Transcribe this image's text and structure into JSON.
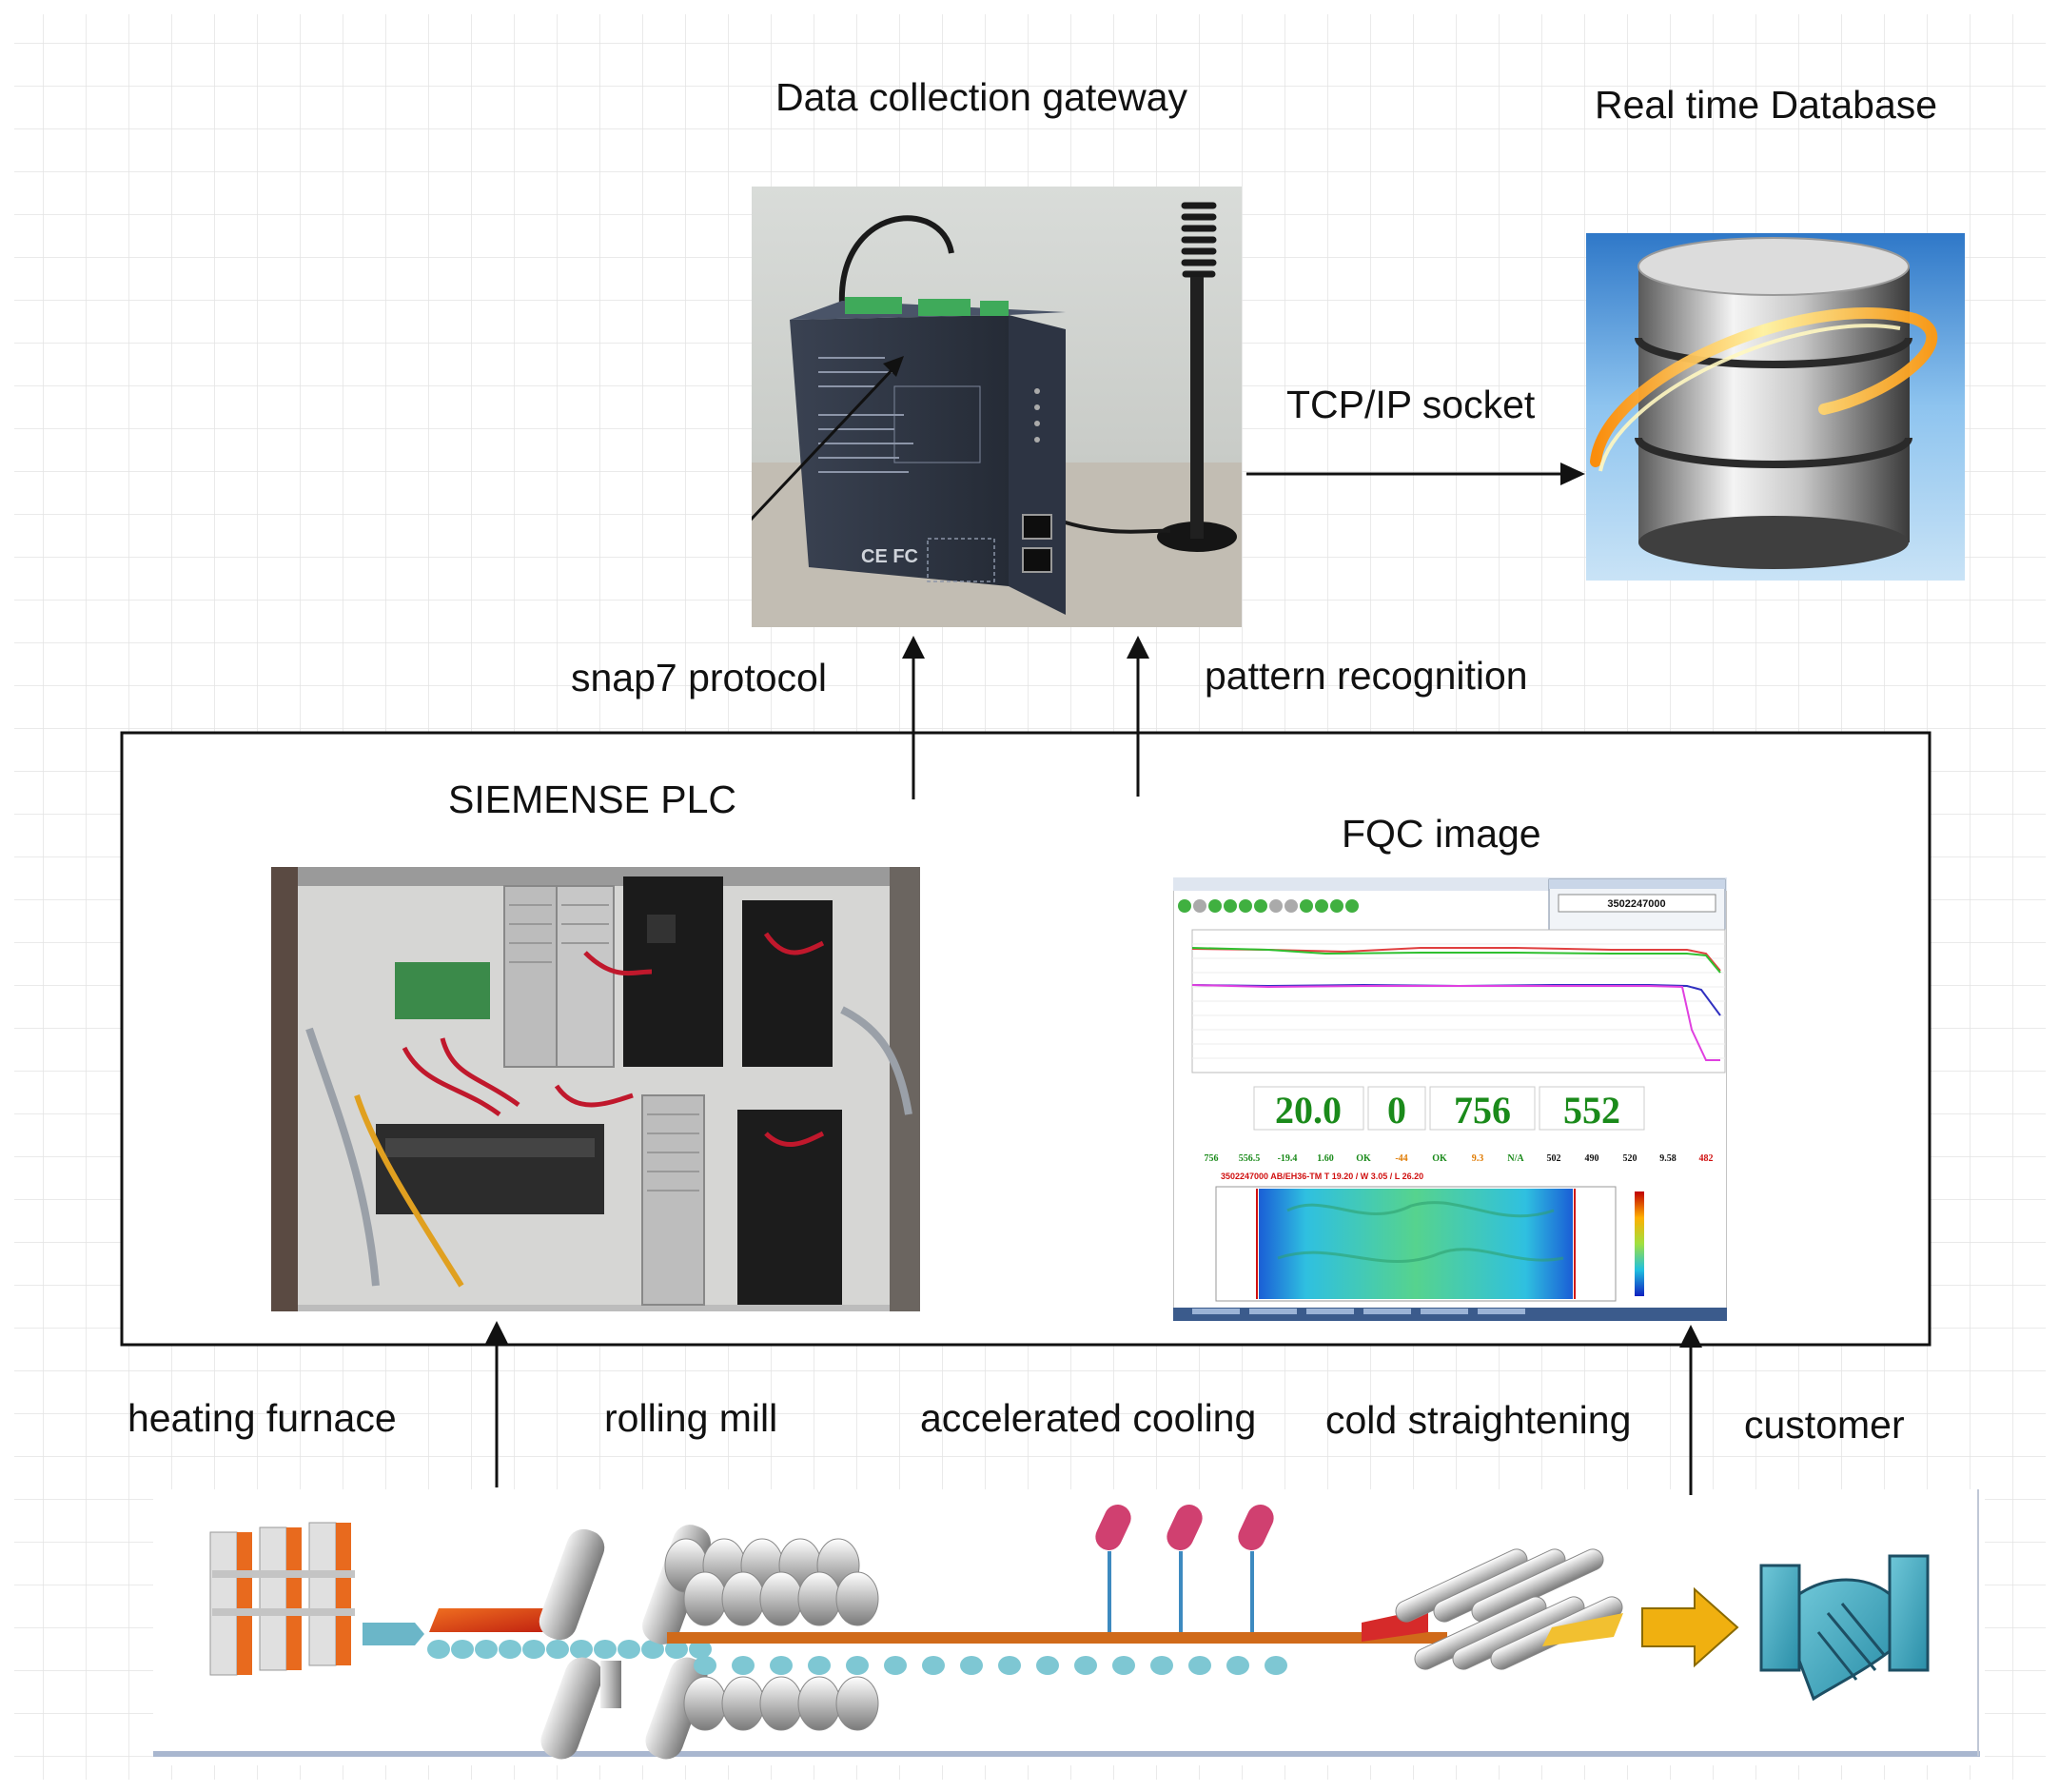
{
  "nodes": {
    "gateway": "Data collection gateway",
    "database": "Real time Database",
    "plc": "SIEMENSE PLC",
    "fqc": "FQC  image"
  },
  "edges": {
    "tcp": "TCP/IP  socket",
    "snap7": "snap7 protocol",
    "pattern": "pattern recognition"
  },
  "process": [
    "heating furnace",
    "rolling mill",
    "accelerated cooling",
    "cold straightening",
    "customer"
  ],
  "fqc_screen": {
    "plate_id": "3502247000",
    "big_values": [
      "20.0",
      "0",
      "756",
      "552"
    ],
    "small_values": [
      "756",
      "556.5",
      "-19.4",
      "1.60",
      "OK",
      "-44",
      "OK",
      "9.3",
      "N/A",
      "502",
      "490",
      "520",
      "9.58",
      "482"
    ],
    "info_line": "3502247000   AB/EH36-TM   T 19.20 / W 3.05 / L 26.20"
  },
  "device": {
    "marks": "CE FC"
  }
}
